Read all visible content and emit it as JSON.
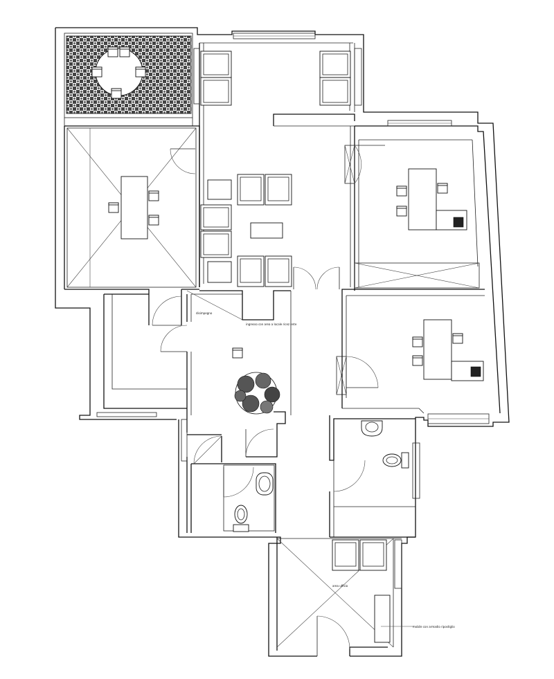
{
  "labels": {
    "mini_label_left": "disimpegno",
    "main_annotation": "ingresso con area a locale ricez ente",
    "bottom_label": "area ufficio",
    "bottom_right_label": "mobile con armadio ripostiglio"
  }
}
